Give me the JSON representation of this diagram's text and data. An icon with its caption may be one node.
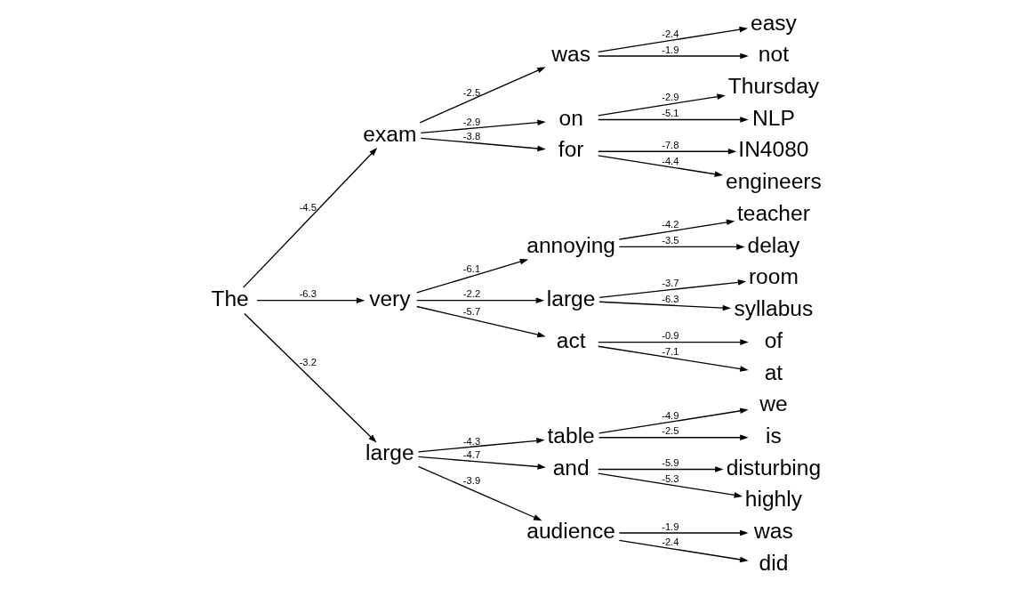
{
  "diagram": {
    "nodes": [
      {
        "text": [
          "The"
        ]
      },
      {
        "text": [
          "exam"
        ]
      },
      {
        "text": [
          "very"
        ]
      },
      {
        "text": [
          "large"
        ]
      },
      {
        "text": [
          "was"
        ]
      },
      {
        "text": [
          "on"
        ]
      },
      {
        "text": [
          "for"
        ]
      },
      {
        "text": [
          "annoying"
        ]
      },
      {
        "text": [
          "large"
        ]
      },
      {
        "text": [
          "act"
        ]
      },
      {
        "text": [
          "table"
        ]
      },
      {
        "text": [
          "and"
        ]
      },
      {
        "text": [
          "audience"
        ]
      },
      {
        "text": [
          "easy"
        ]
      },
      {
        "text": [
          "not"
        ]
      },
      {
        "text": [
          "Thursday"
        ]
      },
      {
        "text": [
          "NLP"
        ]
      },
      {
        "text": [
          "IN4080"
        ]
      },
      {
        "text": [
          "engineers"
        ]
      },
      {
        "text": [
          "teacher"
        ]
      },
      {
        "text": [
          "delay"
        ]
      },
      {
        "text": [
          "room"
        ]
      },
      {
        "text": [
          "syllabus"
        ]
      },
      {
        "text": [
          "of"
        ]
      },
      {
        "text": [
          "at"
        ]
      },
      {
        "text": [
          "we"
        ]
      },
      {
        "text": [
          "is"
        ]
      },
      {
        "text": [
          "disturbing"
        ]
      },
      {
        "text": [
          "highly"
        ]
      },
      {
        "text": [
          "was"
        ]
      },
      {
        "text": [
          "did"
        ]
      }
    ],
    "edges": [
      {
        "from": 0,
        "to": 1,
        "arrow": "to",
        "label": "-4.5"
      },
      {
        "from": 0,
        "to": 2,
        "arrow": "to",
        "label": "-6.3"
      },
      {
        "from": 0,
        "to": 3,
        "arrow": "to",
        "label": "-3.2"
      },
      {
        "from": 1,
        "to": 4,
        "arrow": "to",
        "label": "-2.5"
      },
      {
        "from": 1,
        "to": 5,
        "arrow": "to",
        "label": "-2.9"
      },
      {
        "from": 1,
        "to": 6,
        "arrow": "to",
        "label": "-3.8"
      },
      {
        "from": 2,
        "to": 7,
        "arrow": "to",
        "label": "-6.1"
      },
      {
        "from": 2,
        "to": 8,
        "arrow": "to",
        "label": "-2.2"
      },
      {
        "from": 2,
        "to": 9,
        "arrow": "to",
        "label": "-5.7"
      },
      {
        "from": 3,
        "to": 10,
        "arrow": "to",
        "label": "-4.3"
      },
      {
        "from": 3,
        "to": 11,
        "arrow": "to",
        "label": "-4.7"
      },
      {
        "from": 3,
        "to": 12,
        "arrow": "to",
        "label": "-3.9"
      },
      {
        "from": 4,
        "to": 13,
        "arrow": "to",
        "label": "-2.4"
      },
      {
        "from": 4,
        "to": 14,
        "arrow": "to",
        "label": "-1.9"
      },
      {
        "from": 5,
        "to": 15,
        "arrow": "to",
        "label": "-2.9"
      },
      {
        "from": 5,
        "to": 16,
        "arrow": "to",
        "label": "-5.1"
      },
      {
        "from": 6,
        "to": 17,
        "arrow": "to",
        "label": "-7.8"
      },
      {
        "from": 6,
        "to": 18,
        "arrow": "to",
        "label": "-4.4"
      },
      {
        "from": 7,
        "to": 19,
        "arrow": "to",
        "label": "-4.2"
      },
      {
        "from": 7,
        "to": 20,
        "arrow": "to",
        "label": "-3.5"
      },
      {
        "from": 8,
        "to": 21,
        "arrow": "to",
        "label": "-3.7"
      },
      {
        "from": 8,
        "to": 22,
        "arrow": "to",
        "label": "-6.3"
      },
      {
        "from": 9,
        "to": 23,
        "arrow": "to",
        "label": "-0.9"
      },
      {
        "from": 9,
        "to": 24,
        "arrow": "to",
        "label": "-7.1"
      },
      {
        "from": 10,
        "to": 25,
        "arrow": "to",
        "label": "-4.9"
      },
      {
        "from": 10,
        "to": 26,
        "arrow": "to",
        "label": "-2.5"
      },
      {
        "from": 11,
        "to": 27,
        "arrow": "to",
        "label": "-5.9"
      },
      {
        "from": 11,
        "to": 28,
        "arrow": "to",
        "label": "-5.3"
      },
      {
        "from": 12,
        "to": 29,
        "arrow": "to",
        "label": "-1.9"
      },
      {
        "from": 12,
        "to": 30,
        "arrow": "to",
        "label": "-2.4"
      }
    ]
  }
}
